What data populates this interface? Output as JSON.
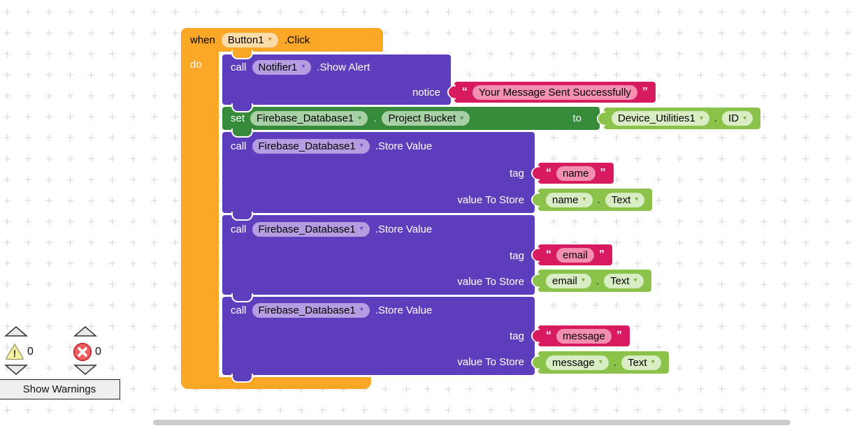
{
  "ui": {
    "dropdown_arrow": "▾",
    "open_quote": "“",
    "close_quote": "”",
    "dot": "."
  },
  "colors": {
    "event_orange": "#FAA627",
    "call_purple": "#5D3FBE",
    "text_crimson": "#D81B60",
    "set_dark_green": "#358B3A",
    "getter_light_green": "#8BC34A"
  },
  "blocks": {
    "when": {
      "keyword": "when",
      "component": "Button1",
      "event": ".Click",
      "do_label": "do"
    },
    "notifier": {
      "keyword": "call",
      "component": "Notifier1",
      "method": ".Show Alert",
      "param_label": "notice"
    },
    "notice_text": {
      "value": "Your Message Sent Successfully"
    },
    "set": {
      "keyword": "set",
      "component": "Firebase_Database1",
      "property": "Project Bucket",
      "to_label": "to"
    },
    "bucket_value": {
      "component": "Device_Utilities1",
      "property": "ID"
    },
    "store": [
      {
        "keyword": "call",
        "component": "Firebase_Database1",
        "method": ".Store Value",
        "tag_label": "tag",
        "value_label": "value To Store",
        "tag": "name",
        "value_component": "name",
        "value_property": "Text"
      },
      {
        "keyword": "call",
        "component": "Firebase_Database1",
        "method": ".Store Value",
        "tag_label": "tag",
        "value_label": "value To Store",
        "tag": "email",
        "value_component": "email",
        "value_property": "Text"
      },
      {
        "keyword": "call",
        "component": "Firebase_Database1",
        "method": ".Store Value",
        "tag_label": "tag",
        "value_label": "value To Store",
        "tag": "message",
        "value_component": "message",
        "value_property": "Text"
      }
    ]
  },
  "statusbar": {
    "warning_count": "0",
    "error_count": "0",
    "warning_icon": "!",
    "show_warnings_label": "Show Warnings"
  }
}
